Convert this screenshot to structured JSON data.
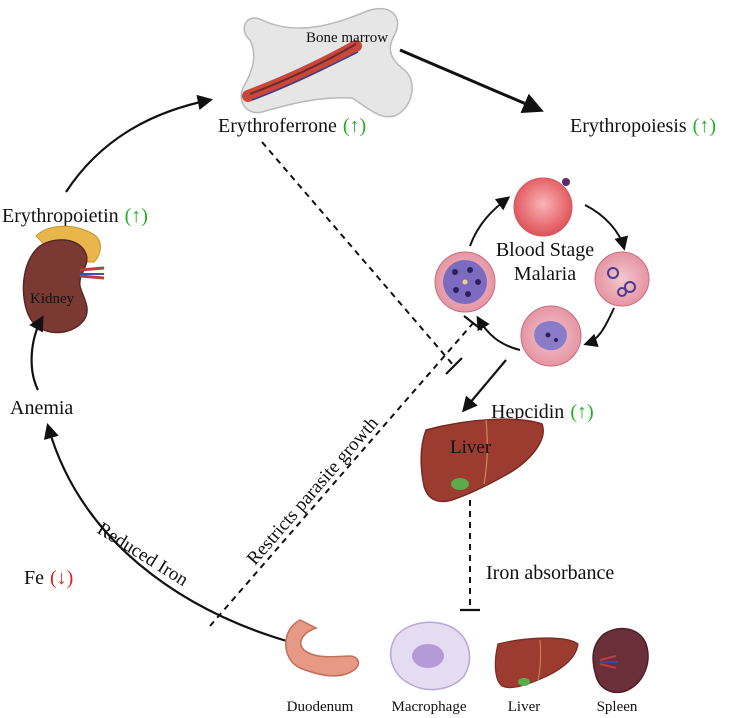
{
  "colors": {
    "up_arrow": "#22b022",
    "down_arrow": "#e02020",
    "liver": "#9c3b30",
    "rbc": "#e8676e",
    "kidney": "#7a3a33",
    "spleen": "#6b2f3a"
  },
  "nodes": {
    "bone_marrow": "Bone marrow",
    "erythroferrone": "Erythroferrone",
    "erythropoiesis": "Erythropoiesis",
    "erythropoietin": "Erythropoietin",
    "kidney": "Kidney",
    "anemia": "Anemia",
    "fe": "Fe",
    "blood_stage_line1": "Blood Stage",
    "blood_stage_line2": "Malaria",
    "hepcidin": "Hepcidin",
    "liver": "Liver",
    "iron_absorbance": "Iron absorbance"
  },
  "indicators": {
    "up": "(↑)",
    "down": "(↓)"
  },
  "edge_labels": {
    "restricts": "Restricts parasite growth",
    "reduced_iron": "Reduced Iron"
  },
  "organs": {
    "duodenum": "Duodenum",
    "macrophage": "Macrophage",
    "liver": "Liver",
    "spleen": "Spleen"
  }
}
